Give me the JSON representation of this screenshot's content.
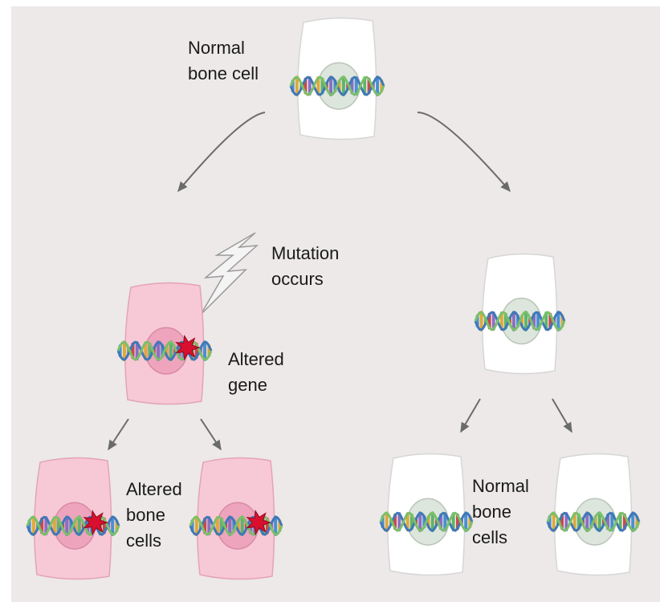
{
  "labels": {
    "top_cell": "Normal\nbone cell",
    "mutation": "Mutation\noccurs",
    "altered_gene": "Altered\ngene",
    "altered_cells": "Altered\nbone\ncells",
    "normal_cells": "Normal\nbone\ncells"
  },
  "colors": {
    "background": "#ece9e8",
    "normal_cell_fill": "#ffffff",
    "altered_cell_fill": "#f7c9d6",
    "nucleus_normal": "#dde6dc",
    "nucleus_altered": "#eea4bd",
    "mutation_mark": "#d8102e",
    "arrow": "#6b6b6b"
  }
}
